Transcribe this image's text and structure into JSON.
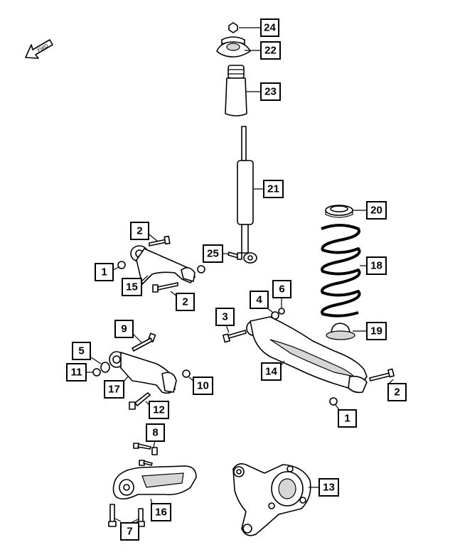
{
  "direction_indicator": {
    "label": "FWD",
    "icon": "forward-arrow-icon"
  },
  "callouts": [
    {
      "id": "c24",
      "label": "24",
      "part": "nut"
    },
    {
      "id": "c22",
      "label": "22",
      "part": "upper-mount"
    },
    {
      "id": "c23",
      "label": "23",
      "part": "dust-boot"
    },
    {
      "id": "c21",
      "label": "21",
      "part": "shock-absorber"
    },
    {
      "id": "c20",
      "label": "20",
      "part": "upper-spring-isolator"
    },
    {
      "id": "c18",
      "label": "18",
      "part": "coil-spring"
    },
    {
      "id": "c19",
      "label": "19",
      "part": "lower-spring-isolator"
    },
    {
      "id": "c25",
      "label": "25",
      "part": "shock-bolt"
    },
    {
      "id": "c2a",
      "label": "2",
      "part": "bolt"
    },
    {
      "id": "c1a",
      "label": "1",
      "part": "nut"
    },
    {
      "id": "c15",
      "label": "15",
      "part": "upper-control-arm"
    },
    {
      "id": "c2b",
      "label": "2",
      "part": "bolt"
    },
    {
      "id": "c4",
      "label": "4",
      "part": "washer"
    },
    {
      "id": "c6",
      "label": "6",
      "part": "nut"
    },
    {
      "id": "c3",
      "label": "3",
      "part": "bolt"
    },
    {
      "id": "c14",
      "label": "14",
      "part": "lower-spring-link"
    },
    {
      "id": "c2c",
      "label": "2",
      "part": "bolt"
    },
    {
      "id": "c1b",
      "label": "1",
      "part": "nut"
    },
    {
      "id": "c9",
      "label": "9",
      "part": "bolt"
    },
    {
      "id": "c5",
      "label": "5",
      "part": "washer"
    },
    {
      "id": "c11",
      "label": "11",
      "part": "nut"
    },
    {
      "id": "c17",
      "label": "17",
      "part": "toe-link"
    },
    {
      "id": "c10",
      "label": "10",
      "part": "nut"
    },
    {
      "id": "c12",
      "label": "12",
      "part": "bolt"
    },
    {
      "id": "c8",
      "label": "8",
      "part": "bolts"
    },
    {
      "id": "c16",
      "label": "16",
      "part": "trailing-arm"
    },
    {
      "id": "c7",
      "label": "7",
      "part": "bolts"
    },
    {
      "id": "c13",
      "label": "13",
      "part": "knuckle"
    }
  ]
}
